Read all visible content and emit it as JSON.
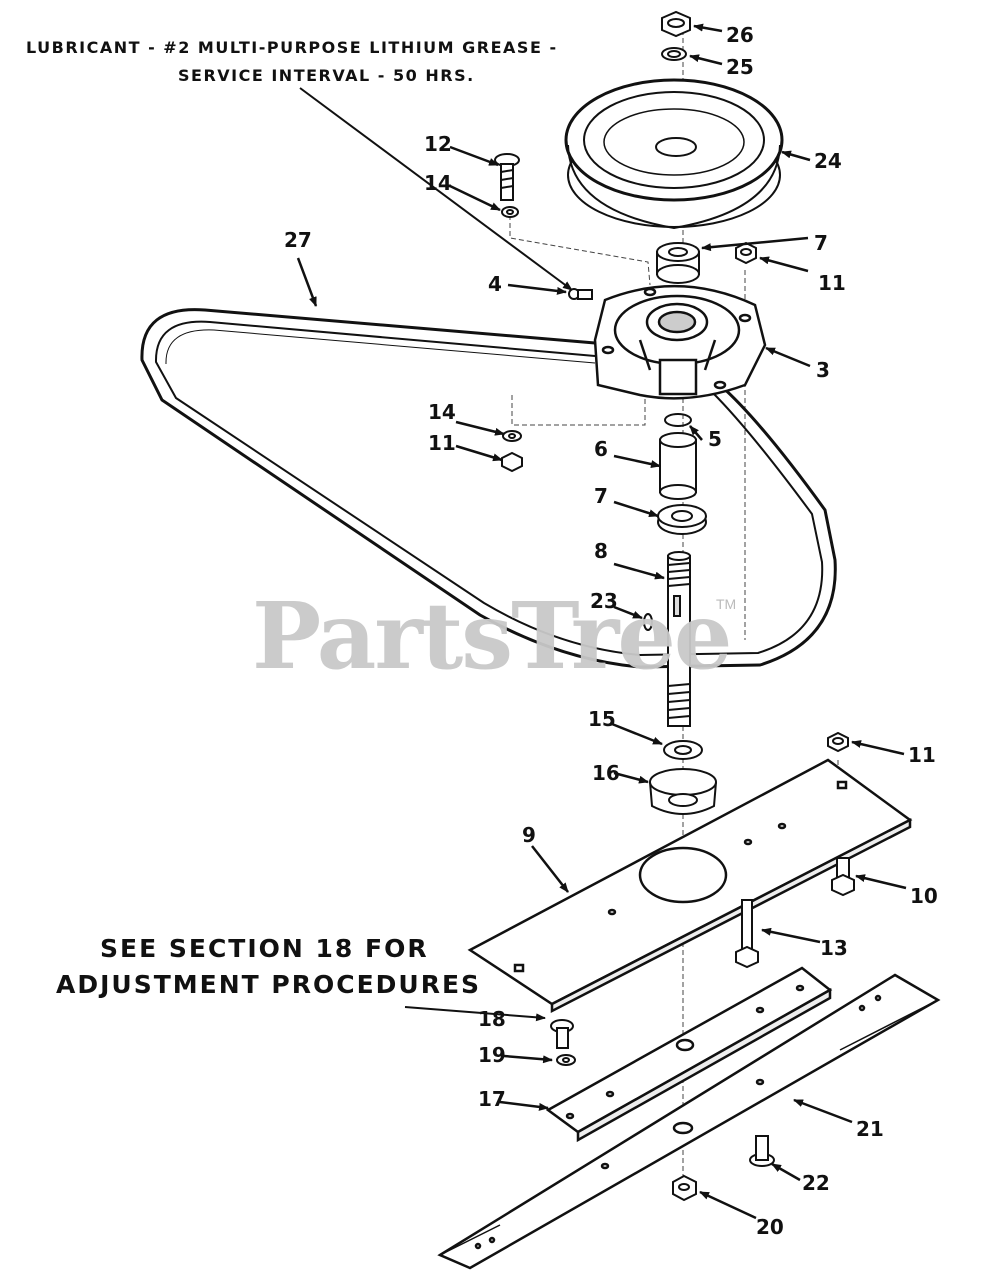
{
  "notes": {
    "lubricant_line1": "LUBRICANT - #2 MULTI-PURPOSE LITHIUM GREASE -",
    "lubricant_line2": "SERVICE INTERVAL - 50 HRS.",
    "adjustment_line1": "SEE SECTION 18 FOR",
    "adjustment_line2": "ADJUSTMENT PROCEDURES"
  },
  "watermark": {
    "text": "PartsTree",
    "trademark": "TM"
  },
  "callouts": [
    {
      "id": "26",
      "label": "26"
    },
    {
      "id": "25",
      "label": "25"
    },
    {
      "id": "24",
      "label": "24"
    },
    {
      "id": "12",
      "label": "12"
    },
    {
      "id": "14a",
      "label": "14"
    },
    {
      "id": "27",
      "label": "27"
    },
    {
      "id": "7a",
      "label": "7"
    },
    {
      "id": "11a",
      "label": "11"
    },
    {
      "id": "4",
      "label": "4"
    },
    {
      "id": "3",
      "label": "3"
    },
    {
      "id": "14b",
      "label": "14"
    },
    {
      "id": "11b",
      "label": "11"
    },
    {
      "id": "5",
      "label": "5"
    },
    {
      "id": "6",
      "label": "6"
    },
    {
      "id": "7b",
      "label": "7"
    },
    {
      "id": "8",
      "label": "8"
    },
    {
      "id": "23",
      "label": "23"
    },
    {
      "id": "15",
      "label": "15"
    },
    {
      "id": "11c",
      "label": "11"
    },
    {
      "id": "16",
      "label": "16"
    },
    {
      "id": "9",
      "label": "9"
    },
    {
      "id": "10",
      "label": "10"
    },
    {
      "id": "13",
      "label": "13"
    },
    {
      "id": "18",
      "label": "18"
    },
    {
      "id": "19",
      "label": "19"
    },
    {
      "id": "17",
      "label": "17"
    },
    {
      "id": "21",
      "label": "21"
    },
    {
      "id": "22",
      "label": "22"
    },
    {
      "id": "20",
      "label": "20"
    }
  ]
}
